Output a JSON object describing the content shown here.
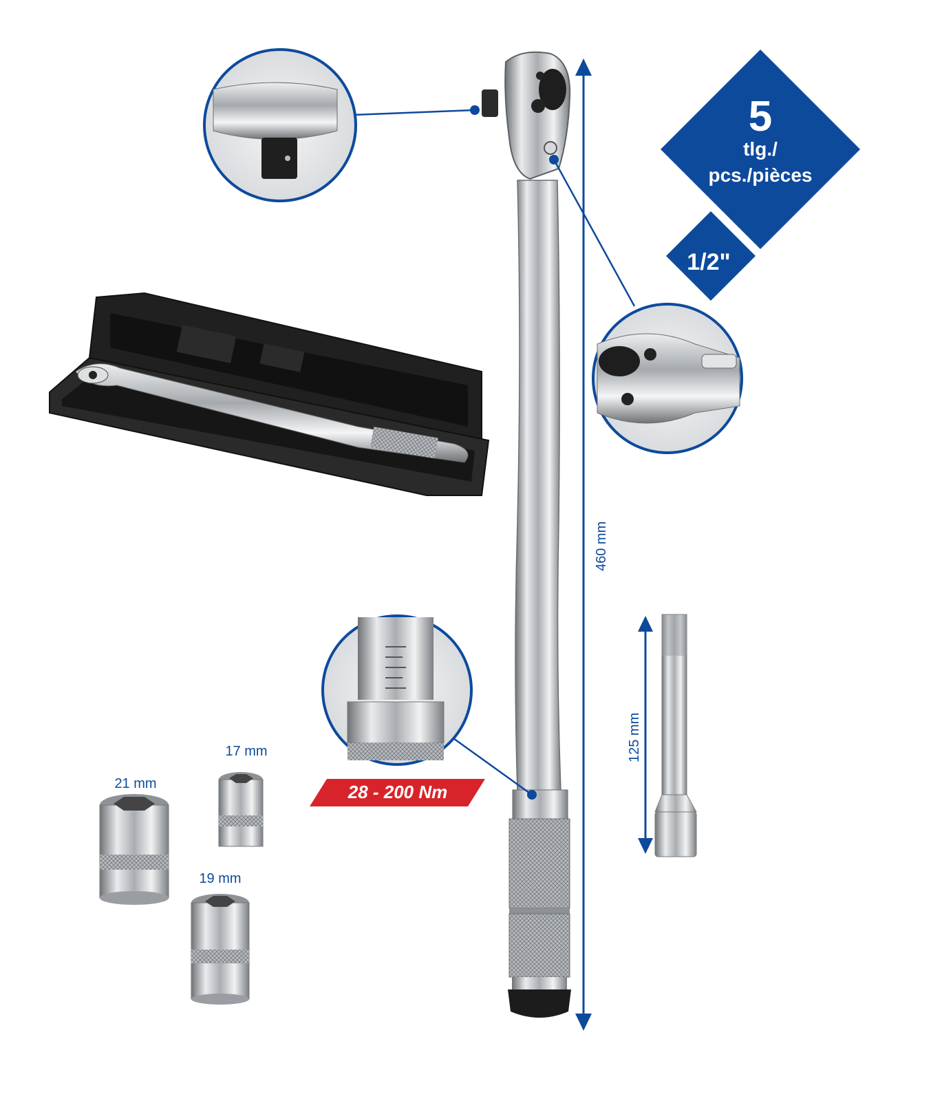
{
  "badge": {
    "count": "5",
    "line1": "tlg./",
    "line2": "pcs./pièces",
    "drive": "1/2\""
  },
  "torque_range": "28 - 200 Nm",
  "dimensions": {
    "wrench_length": "460 mm",
    "extension_length": "125 mm"
  },
  "sockets": [
    {
      "size": "21 mm"
    },
    {
      "size": "17 mm"
    },
    {
      "size": "19 mm"
    }
  ],
  "colors": {
    "brand_blue": "#0d4a9c",
    "accent_red": "#d9232a",
    "case_black": "#1c1c1c",
    "chrome": "#c8cbcf"
  }
}
